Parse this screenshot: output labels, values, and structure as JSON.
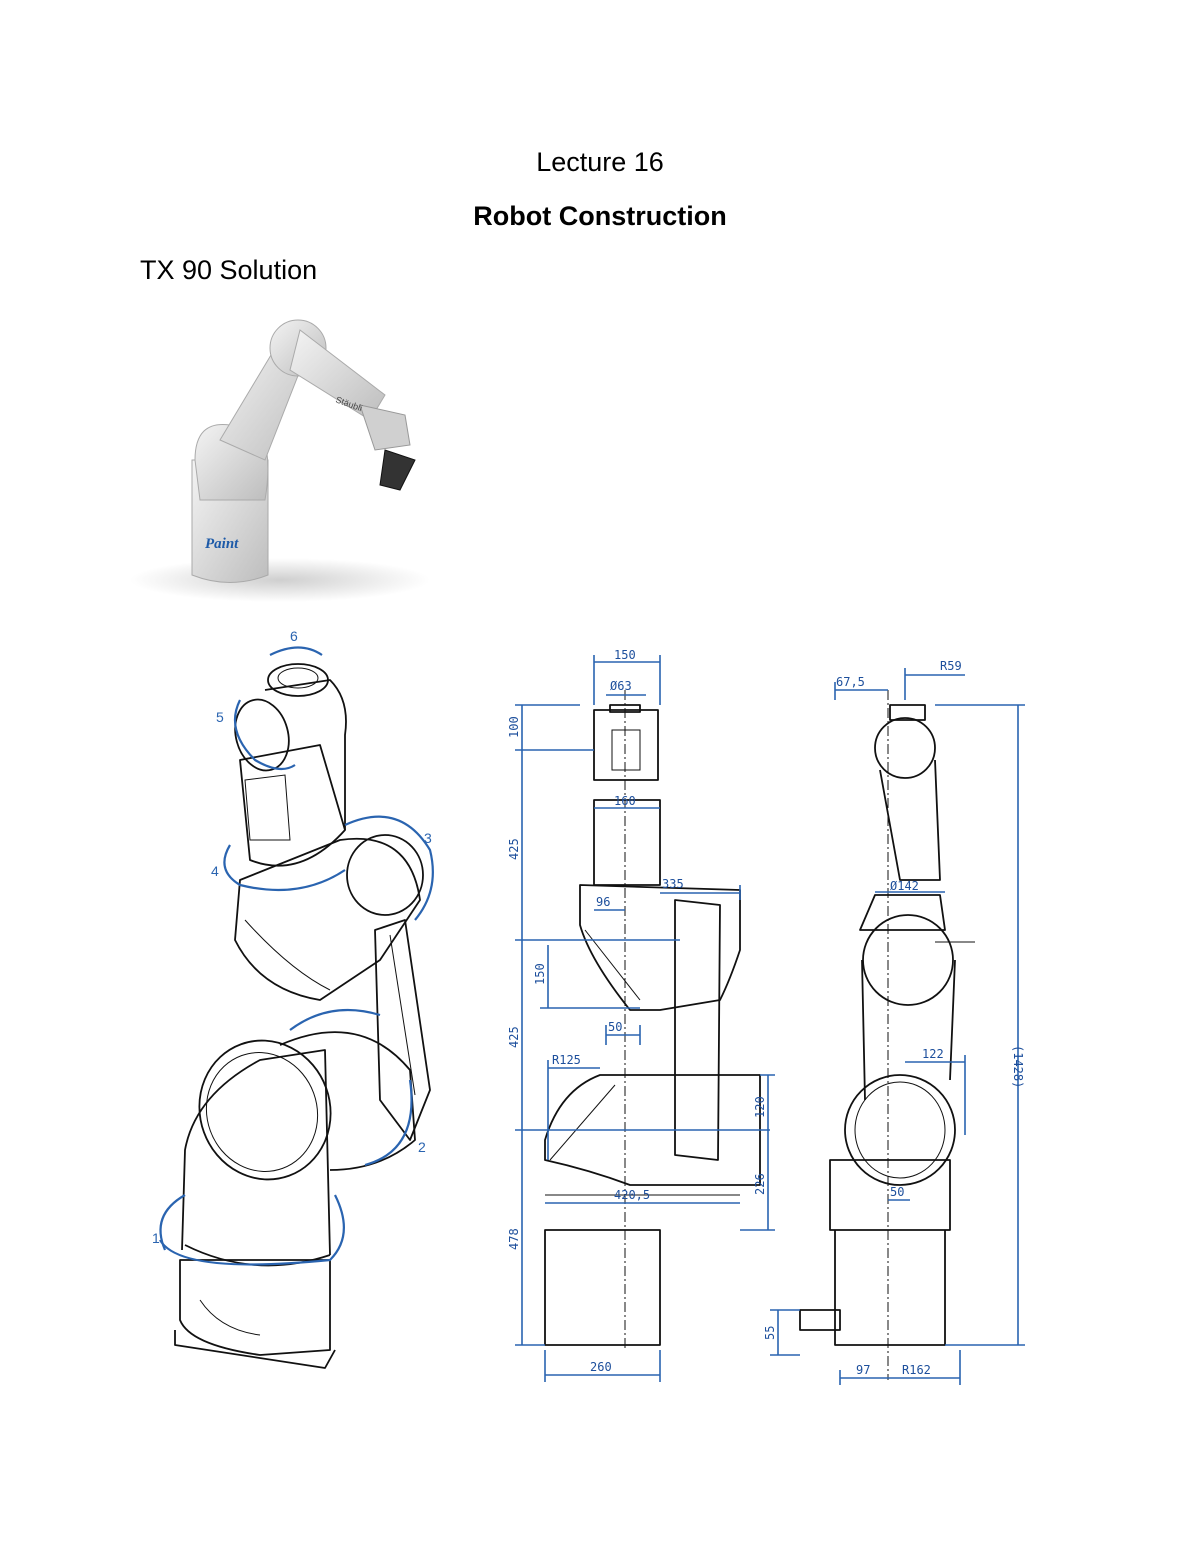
{
  "page": {
    "lecture_title": "Lecture 16",
    "section_title": "Robot Construction",
    "subheading": "TX 90 Solution"
  },
  "photo": {
    "brand_label": "Stäubli",
    "paint_label": "Paint"
  },
  "joints": {
    "j1": "1",
    "j2": "2",
    "j3": "3",
    "j4": "4",
    "j5": "5",
    "j6": "6"
  },
  "front_view": {
    "d150": "150",
    "d63": "Ø63",
    "d160": "160",
    "d335": "335",
    "d96": "96",
    "d100": "100",
    "d425a": "425",
    "d150v": "150",
    "d425b": "425",
    "d50": "50",
    "r125": "R125",
    "d120": "120",
    "d226": "226",
    "d4205": "420,5",
    "d478": "478",
    "d260": "260"
  },
  "side_view": {
    "r59": "R59",
    "d675": "67,5",
    "d142": "Ø142",
    "d122": "122",
    "d1428": "(1428)",
    "d50": "50",
    "d55": "55",
    "d97": "97",
    "r162": "R162"
  },
  "colors": {
    "dimension_blue": "#2a64b0",
    "line_black": "#111111"
  }
}
